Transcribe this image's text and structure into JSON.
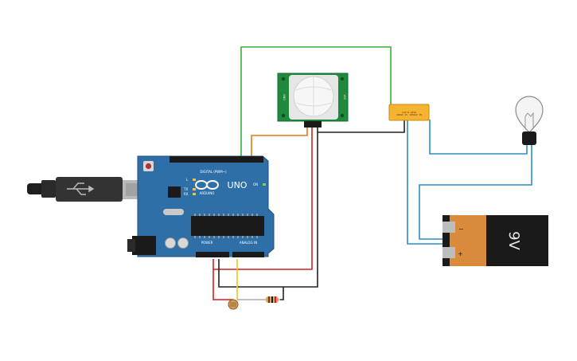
{
  "arduino": {
    "brand": "ARDUINO",
    "model": "UNO",
    "digital_header_label": "DIGITAL (PWM~)",
    "power_label": "POWER",
    "analog_label": "ANALOG IN",
    "tx_label": "TX",
    "rx_label": "RX",
    "l_label": "L",
    "on_label": "ON"
  },
  "pir_sensor": {
    "left_label": "GND",
    "right_label": "VCC"
  },
  "relay": {
    "part_label": "KS2E-M-DC5",
    "specs": "5A 250VAC  3A 30VDC"
  },
  "battery": {
    "voltage_label": "9V",
    "minus_label": "−",
    "plus_label": "+"
  },
  "colors": {
    "board": "#2f6fa8",
    "wire_green": "#3ab03a",
    "wire_orange": "#e07b1a",
    "wire_red": "#d61f1f",
    "wire_black": "#222222",
    "wire_blue": "#2b8ec9",
    "wire_yellow": "#f0c419",
    "relay": "#f4b432",
    "battery": "#d98a3a"
  }
}
